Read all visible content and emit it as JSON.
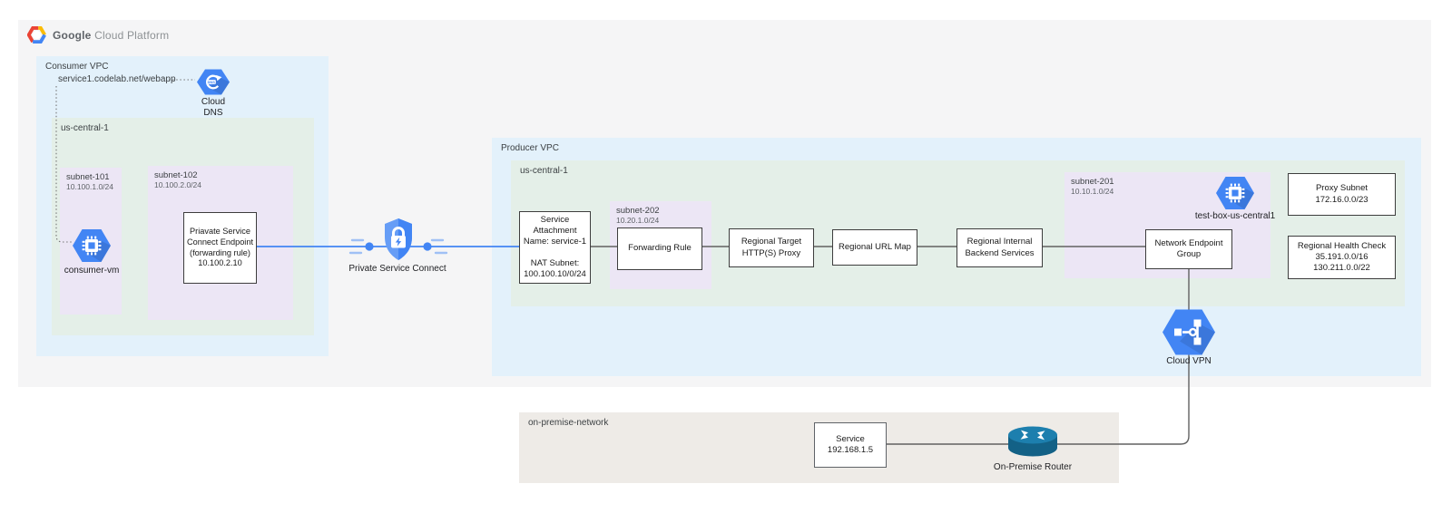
{
  "header": {
    "brand_primary": "Google",
    "brand_secondary": "Cloud Platform"
  },
  "consumer_vpc": {
    "label": "Consumer VPC",
    "dns_record": "service1.codelab.net/webapp",
    "cloud_dns_caption": "Cloud\nDNS",
    "region_label": "us-central-1",
    "subnet_101": {
      "name": "subnet-101",
      "cidr": "10.100.1.0/24"
    },
    "subnet_102": {
      "name": "subnet-102",
      "cidr": "10.100.2.0/24"
    },
    "psc_endpoint_text": "Priavate Service\nConnect Endpoint\n(forwarding rule)\n10.100.2.10",
    "consumer_vm_caption": "consumer-vm"
  },
  "psc": {
    "caption": "Private Service Connect"
  },
  "producer_vpc": {
    "label": "Producer VPC",
    "region_label": "us-central-1",
    "service_attachment_text": "Service\nAttachment\nName: service-1\n\nNAT Subnet:\n100.100.10/0/24",
    "subnet_202": {
      "name": "subnet-202",
      "cidr": "10.20.1.0/24"
    },
    "forwarding_rule_label": "Forwarding Rule",
    "target_proxy_text": "Regional Target\nHTTP(S) Proxy",
    "url_map_label": "Regional URL Map",
    "backend_services_text": "Regional Internal\nBackend Services",
    "subnet_201": {
      "name": "subnet-201",
      "cidr": "10.10.1.0/24"
    },
    "test_box_caption": "test-box-us-central1",
    "neg_text": "Network Endpoint\nGroup",
    "proxy_subnet_text": "Proxy Subnet\n172.16.0.0/23",
    "health_check_text": "Regional Health Check\n35.191.0.0/16\n130.211.0.0/22",
    "cloud_vpn_caption": "Cloud VPN"
  },
  "on_premise": {
    "label": "on-premise-network",
    "service_text": "Service\n192.168.1.5",
    "router_caption": "On-Premise Router"
  },
  "icons": {
    "brand": "gcp-hexagon-logo",
    "cloud_dns": "cloud-dns-hexagon-icon",
    "consumer_vm": "compute-engine-hexagon-icon",
    "private_service_connect": "shield-lock-icon",
    "test_box": "compute-engine-hexagon-icon",
    "cloud_vpn": "cloud-vpn-hexagon-icon",
    "router": "on-premise-router-icon"
  },
  "colors": {
    "gcp_blue": "#4285f4",
    "gcp_blue_light": "#669df6",
    "vpc_bg": "#e3f1fb",
    "region_bg": "#e4efe8",
    "subnet_bg": "#ece6f5",
    "onprem_bg": "#eeebe7",
    "canvas_bg": "#f5f5f6",
    "line_gray": "#616161",
    "router_blue": "#166c96"
  }
}
